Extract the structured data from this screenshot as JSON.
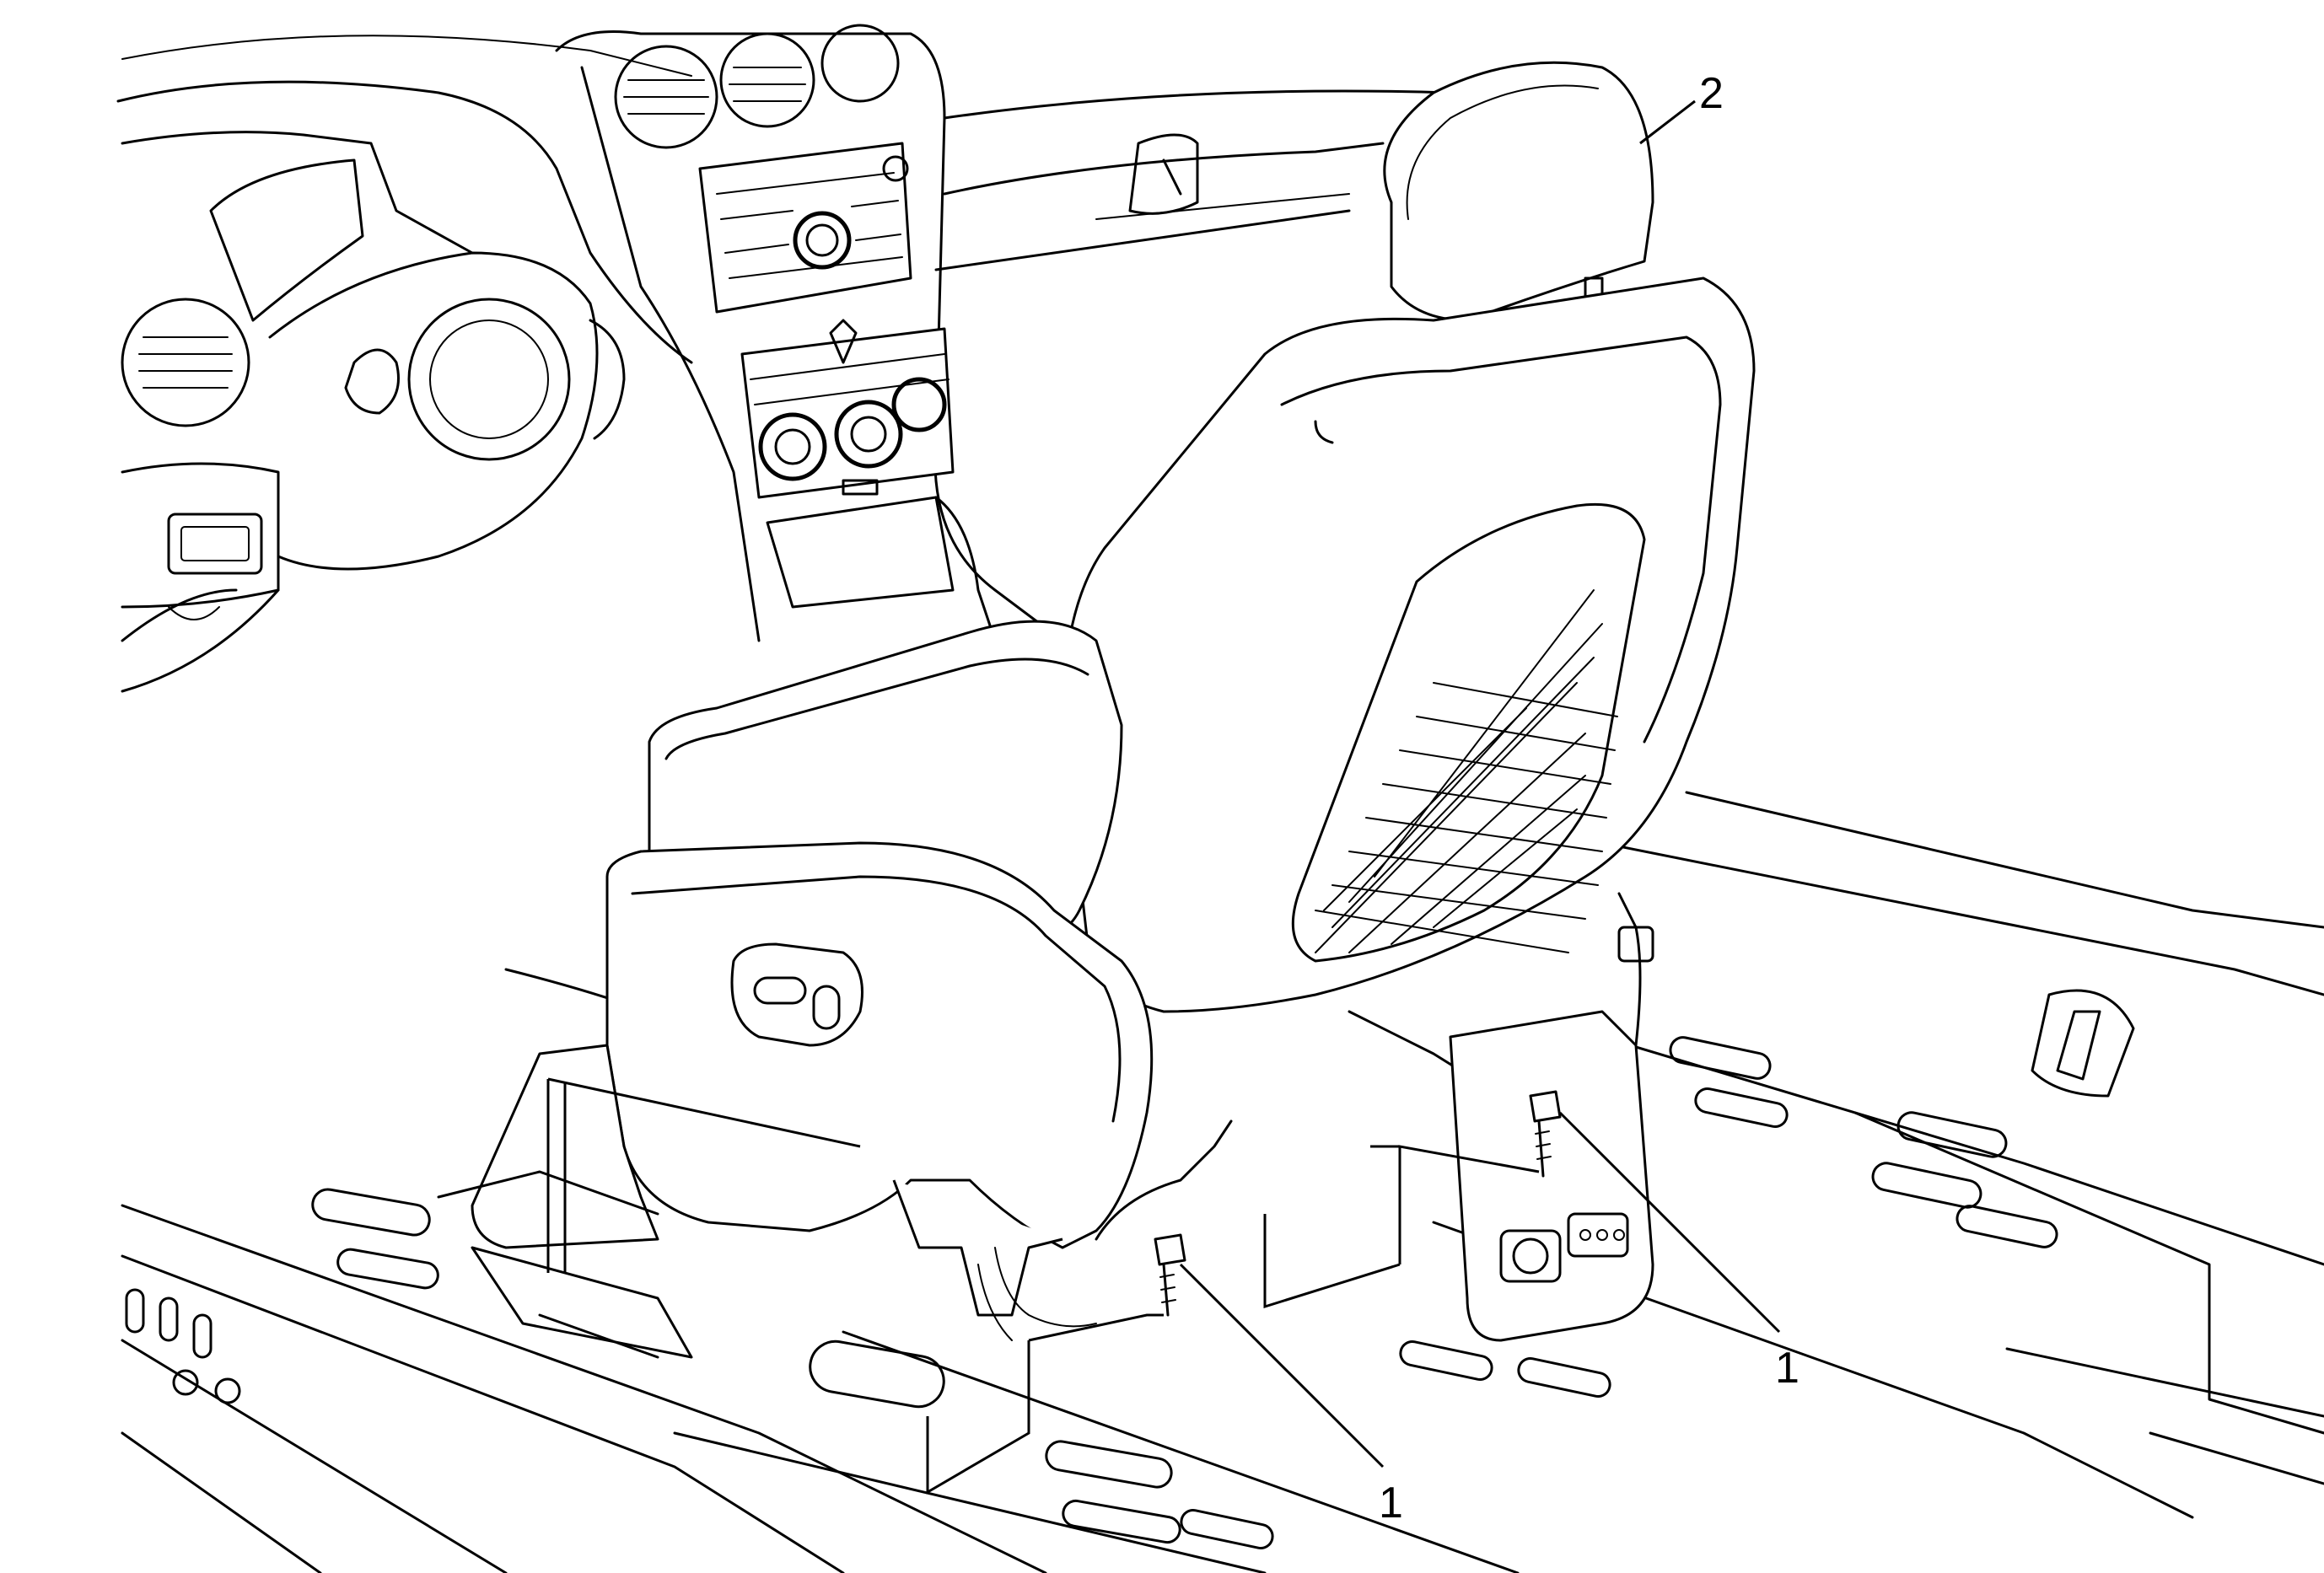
{
  "figure": {
    "callouts": [
      {
        "id": "fastener-rear",
        "label": "1"
      },
      {
        "id": "fastener-front",
        "label": "1"
      },
      {
        "id": "seat-assembly",
        "label": "2"
      }
    ]
  }
}
